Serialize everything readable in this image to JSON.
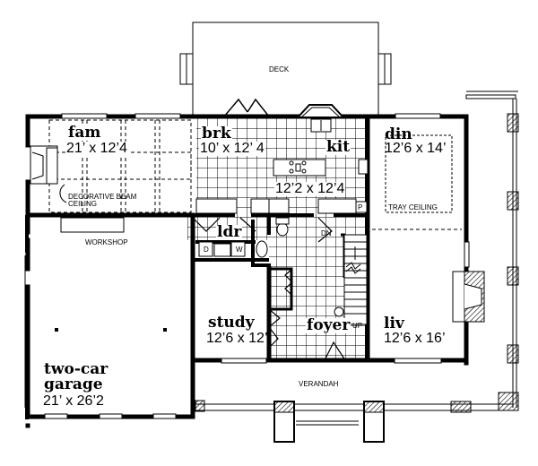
{
  "plan": {
    "deck": "DECK",
    "verandah": "VERANDAH",
    "workshop": "WORKSHOP",
    "rooms": {
      "fam": {
        "name": "fam",
        "dims": "21’ x 12’4"
      },
      "brk": {
        "name": "brk",
        "dims": "10’ x 12’ 4"
      },
      "kit": {
        "name": "kit",
        "dims": "12’2 x 12’4"
      },
      "din": {
        "name": "din",
        "dims": "12’6 x 14’"
      },
      "ldr": {
        "name": "ldr"
      },
      "study": {
        "name": "study",
        "dims": "12’6 x 12’"
      },
      "foyer": {
        "name": "foyer"
      },
      "liv": {
        "name": "liv",
        "dims": "12’6 x 16’"
      },
      "garage": {
        "name_line1": "two-car",
        "name_line2": "garage",
        "dims": "21’ x 26’2"
      }
    },
    "notes": {
      "beam_line1": "DECORATIVE BEAM",
      "beam_line2": "CEILING",
      "tray": "TRAY CEILING",
      "pantry": "P",
      "dryer": "D",
      "washer": "W",
      "up": "UP",
      "dn": "DN"
    }
  }
}
